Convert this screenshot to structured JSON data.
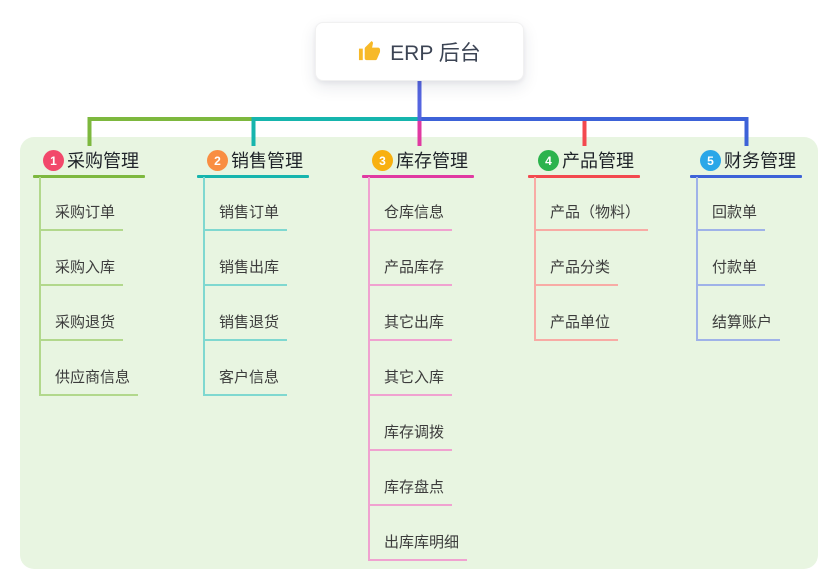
{
  "root": {
    "label": "ERP 后台",
    "icon": "thumbs-up-icon"
  },
  "colors": {
    "root_line": "#5565e0",
    "panel_bg": "#e8f5e1",
    "thumb_yellow": "#f7b928"
  },
  "branches": [
    {
      "index": "1",
      "label": "采购管理",
      "badge_color": "#f2486b",
      "line_color": "#7db83e",
      "child_line_color": "#b2d88c",
      "children": [
        "采购订单",
        "采购入库",
        "采购退货",
        "供应商信息"
      ]
    },
    {
      "index": "2",
      "label": "销售管理",
      "badge_color": "#f98e42",
      "line_color": "#16b5ad",
      "child_line_color": "#7fd8d0",
      "children": [
        "销售订单",
        "销售出库",
        "销售退货",
        "客户信息"
      ]
    },
    {
      "index": "3",
      "label": "库存管理",
      "badge_color": "#f8b00f",
      "line_color": "#e03aa2",
      "child_line_color": "#f0a2d0",
      "children": [
        "仓库信息",
        "产品库存",
        "其它出库",
        "其它入库",
        "库存调拨",
        "库存盘点",
        "出库库明细"
      ]
    },
    {
      "index": "4",
      "label": "产品管理",
      "badge_color": "#2cb34d",
      "line_color": "#f3494f",
      "child_line_color": "#f8aba5",
      "children": [
        "产品（物料）",
        "产品分类",
        "产品单位"
      ]
    },
    {
      "index": "5",
      "label": "财务管理",
      "badge_color": "#2aa7e8",
      "line_color": "#3d62d8",
      "child_line_color": "#9fb2e8",
      "children": [
        "回款单",
        "付款单",
        "结算账户"
      ]
    }
  ]
}
